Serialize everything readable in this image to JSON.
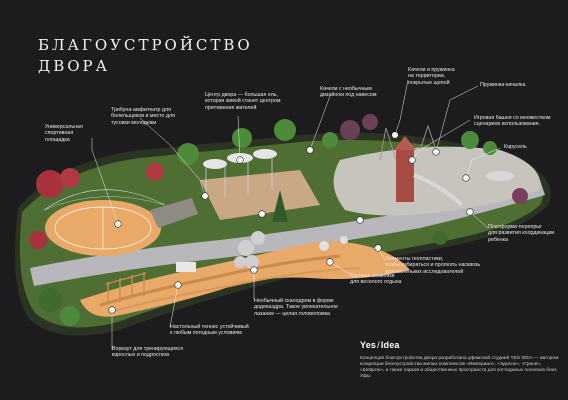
{
  "title": {
    "line1": "БЛАГОУСТРОЙСТВО",
    "line2": "ДВОРА"
  },
  "labels": {
    "sports_ground": "Универсальная\nспортивная\nплощадка",
    "tribune": "Трибуна-амфитеатр для\nболельщиков и место для\nтусовки молодежи",
    "center": "Центр двора — большая ель,\nкоторая зимой станет центром\nпритяжения жителей",
    "swings_design": "Качели с необычным\nдизайном под навесом",
    "swings_territory": "Качели и пружинка\nна территории,\nпокрытые щепой",
    "spring_swing": "Пружинка-качалка",
    "tower": "Игровая башня со множеством\nсценариев использования.",
    "carousel": "Карусель",
    "platform": "Платформа-перепрыг\nдля развития координации\nребенка",
    "geoplastics": "Элементы геопластики,\nчтобы взбираться и пролезть насквозь\nдля маленьких исследователей",
    "benches": "Круглые скамейки\nдля веселого отдыха",
    "climbing": "Необычный скалодром в форме\nдодекаэдра. Такое увлекательное\nлазание — целая головоломка",
    "tennis": "Настольный теннис устойчивый\nк любым погодным условиям",
    "workout": "Воркаут для тренирующихся\nвзрослых и подростков"
  },
  "brand": {
    "name_left": "Yes",
    "name_right": "Idea"
  },
  "footer": "Концепция благоустройства двора разработана уфимской студией YES IDEA — автором концепции благоустройства жилых комплексов «Империал», «Эдисон», «Граня», «Шеврон», а также парков и общественных пространств для коттеджных поселков близ Уфы",
  "colors": {
    "background": "#1c1c1e",
    "path": "#b8b8bc",
    "sand": "#e9a968",
    "grass": "#5d7f3c",
    "accent_white": "#ffffff"
  }
}
